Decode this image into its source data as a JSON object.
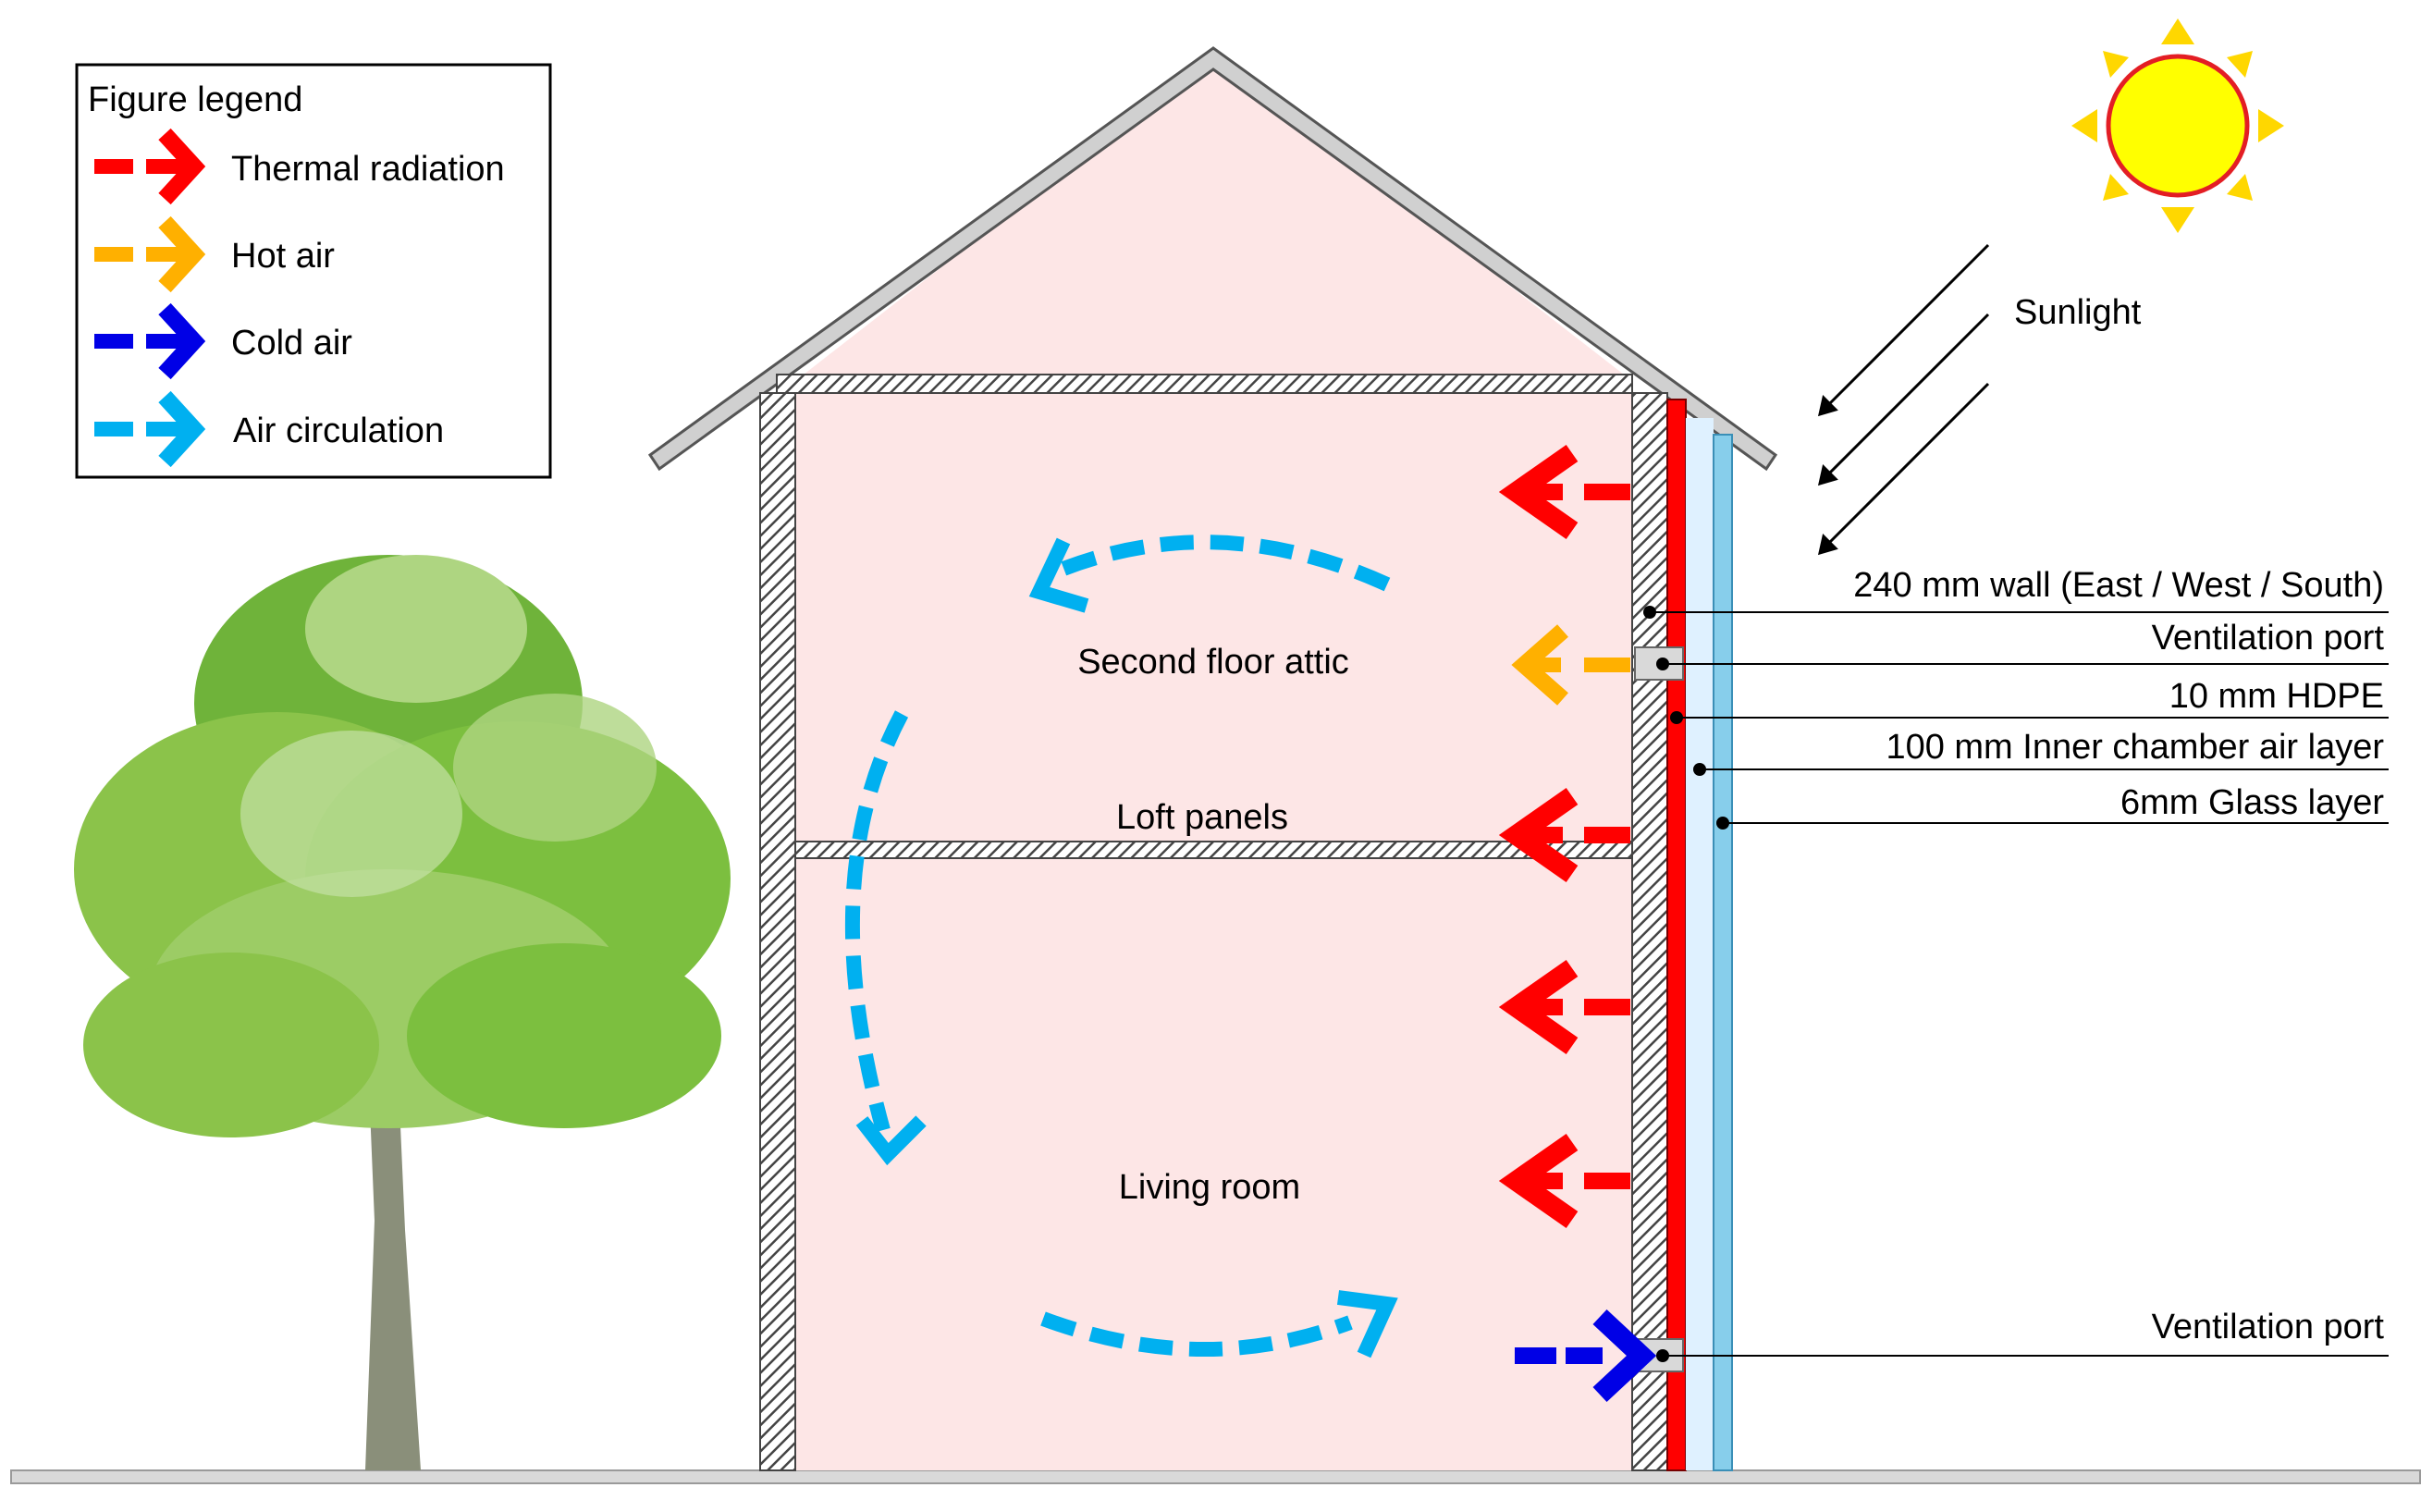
{
  "legend": {
    "title": "Figure legend",
    "items": [
      {
        "label": "Thermal radiation",
        "color": "#ff0000",
        "icon": "thermal-radiation-arrow-icon"
      },
      {
        "label": "Hot air",
        "color": "#ffb000",
        "icon": "hot-air-arrow-icon"
      },
      {
        "label": "Cold air",
        "color": "#0000e6",
        "icon": "cold-air-arrow-icon"
      },
      {
        "label": "Air circulation",
        "color": "#00b0f0",
        "icon": "air-circulation-arrow-icon"
      }
    ]
  },
  "sun": {
    "label": "Sunlight",
    "icon": "sun-icon",
    "fill": "#ffff00",
    "ray_color": "#ffd700",
    "rim_color": "#e31e24"
  },
  "rooms": {
    "attic": "Second floor attic",
    "floor": "Loft panels",
    "living": "Living room"
  },
  "layers": [
    {
      "label": "240 mm wall (East / West / South)"
    },
    {
      "label": "Ventilation port"
    },
    {
      "label": "10 mm HDPE"
    },
    {
      "label": "100 mm Inner chamber air layer"
    },
    {
      "label": "6mm Glass layer"
    }
  ],
  "bottom_port": {
    "label": "Ventilation port"
  },
  "colors": {
    "interior": "#fde6e6",
    "wall_hatch": "#555555",
    "hdpe": "#ff0000",
    "air_layer": "#dff1ff",
    "glass": "#87ceeb",
    "ground": "#d9d9d9",
    "roof": "#d0d0d0",
    "foliage": "#7fc241",
    "trunk": "#8a8f7a"
  }
}
